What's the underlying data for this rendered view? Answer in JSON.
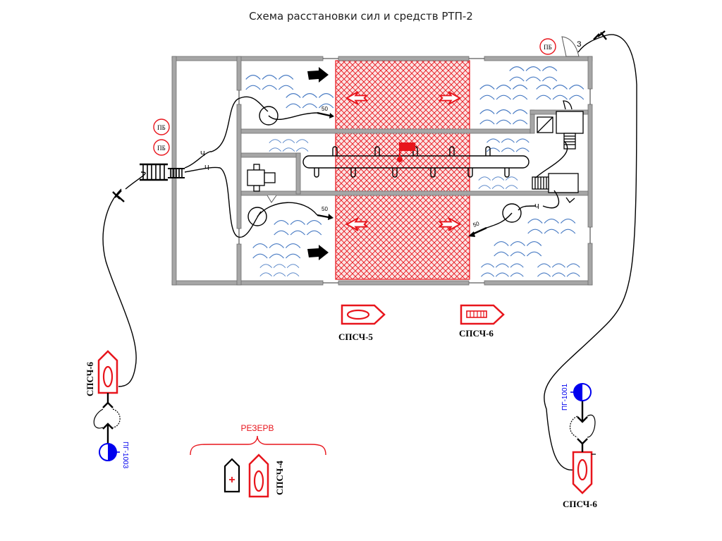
{
  "title": "Схема расстановки сил и средств РТП-2",
  "colors": {
    "wall": "#a6a6a6",
    "wall_edge": "#6e6e6e",
    "fire": "#e8151c",
    "smoke": "#4a7cc4",
    "hydrant": "#0000ee",
    "ink": "#000000"
  },
  "labels": {
    "pb": "ПБ",
    "hose_branch": "Ч",
    "hose_length": "50",
    "connection": "З",
    "reserve": "РЕЗЕРВ"
  },
  "units": [
    {
      "id": "spsch5",
      "label": "СПСЧ-5",
      "type": "tanker"
    },
    {
      "id": "spsch6-ladder",
      "label": "СПСЧ-6",
      "type": "ladder-truck"
    },
    {
      "id": "spsch6-left",
      "label": "СПСЧ-6",
      "type": "tanker"
    },
    {
      "id": "spsch6-right",
      "label": "СПСЧ-6",
      "type": "tanker"
    },
    {
      "id": "spsch4",
      "label": "СПСЧ-4",
      "type": "tanker"
    },
    {
      "id": "ambulance",
      "label": "",
      "type": "ambulance"
    }
  ],
  "hydrants": [
    {
      "id": "pg1003",
      "label": "ПГ-1003"
    },
    {
      "id": "pg1001",
      "label": "ПГ-1001"
    }
  ]
}
